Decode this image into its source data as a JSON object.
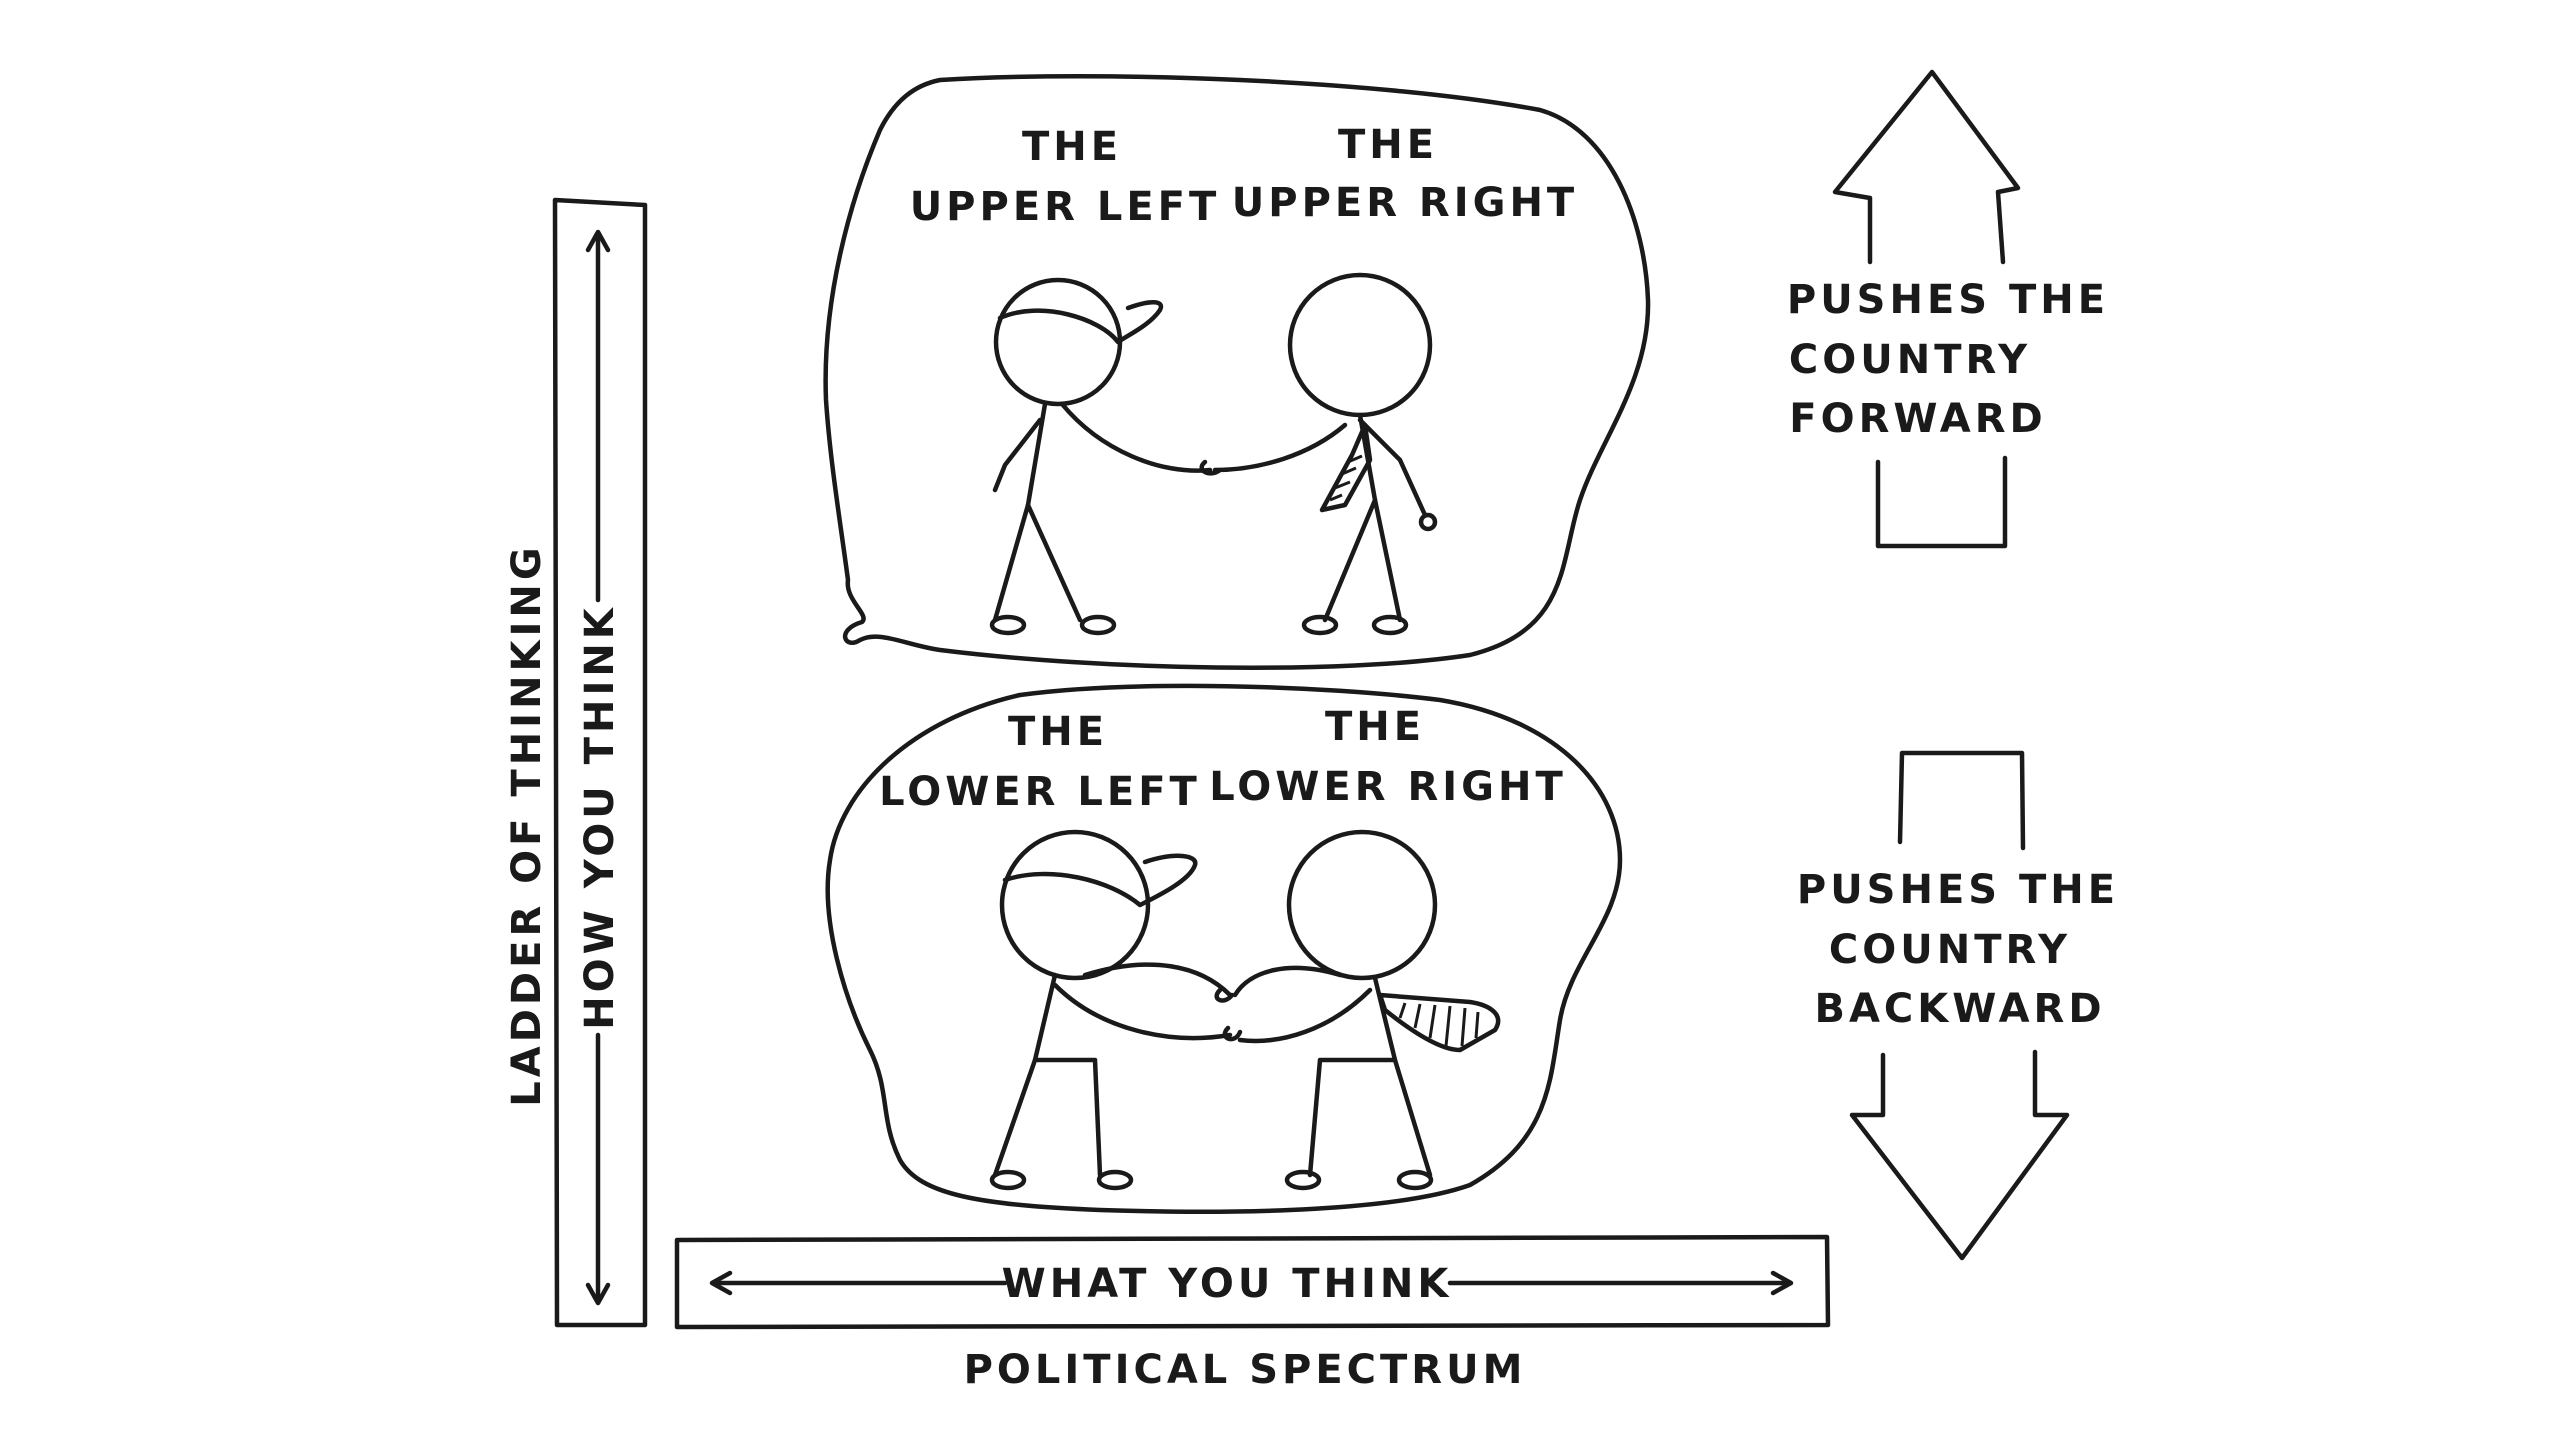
{
  "quadrants": {
    "upper_left": {
      "line1": "THE",
      "line2": "UPPER LEFT"
    },
    "upper_right": {
      "line1": "THE",
      "line2": "UPPER RIGHT"
    },
    "lower_left": {
      "line1": "THE",
      "line2": "LOWER LEFT"
    },
    "lower_right": {
      "line1": "THE",
      "line2": "LOWER RIGHT"
    }
  },
  "vertical_axis": {
    "inner_label": "HOW YOU THINK",
    "outer_label": "LADDER OF THINKING"
  },
  "horizontal_axis": {
    "inner_label": "WHAT YOU THINK",
    "outer_label": "POLITICAL SPECTRUM"
  },
  "arrow_up": {
    "line1": "PUSHES THE",
    "line2": "COUNTRY",
    "line3": "FORWARD"
  },
  "arrow_down": {
    "line1": "PUSHES THE",
    "line2": "COUNTRY",
    "line3": "BACKWARD"
  }
}
